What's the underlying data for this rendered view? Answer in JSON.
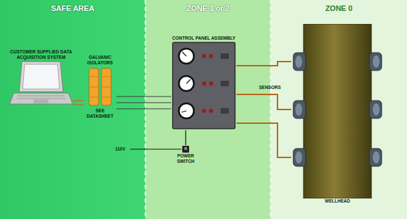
{
  "diagram": {
    "nodes": [
      {
        "text": [
          "SAFE AREA"
        ]
      },
      {
        "text": [
          "ZONE 1 or 2"
        ]
      },
      {
        "text": [
          "ZONE 0"
        ]
      },
      {
        "text": [
          "CUSTOMER SUPPLIED DATA ACQUISITION SYSTEM"
        ],
        "in": 0
      },
      {
        "text": [
          "GALVANIC ISOLATORS",
          "SEE DATASHEET"
        ],
        "in": 0
      },
      {
        "text": [
          "CONTROL PANEL ASSEMBLY"
        ],
        "in": 1
      },
      {
        "text": [
          "POWER SWITCH"
        ],
        "in": 1
      },
      {
        "text": [
          "WELLHEAD"
        ],
        "in": 2
      }
    ],
    "edges": [
      {
        "from": 3,
        "to": 4,
        "arrow": "none"
      },
      {
        "from": 4,
        "to": 5,
        "arrow": "none"
      },
      {
        "from": 6,
        "to": 5,
        "arrow": "none"
      },
      {
        "from": 5,
        "to": 7,
        "arrow": "none"
      },
      {
        "from": 5,
        "to": 7,
        "arrow": "none"
      },
      {
        "from": 5,
        "to": 7,
        "arrow": "none"
      }
    ],
    "labels": [
      "SENSORS",
      "110V"
    ]
  }
}
